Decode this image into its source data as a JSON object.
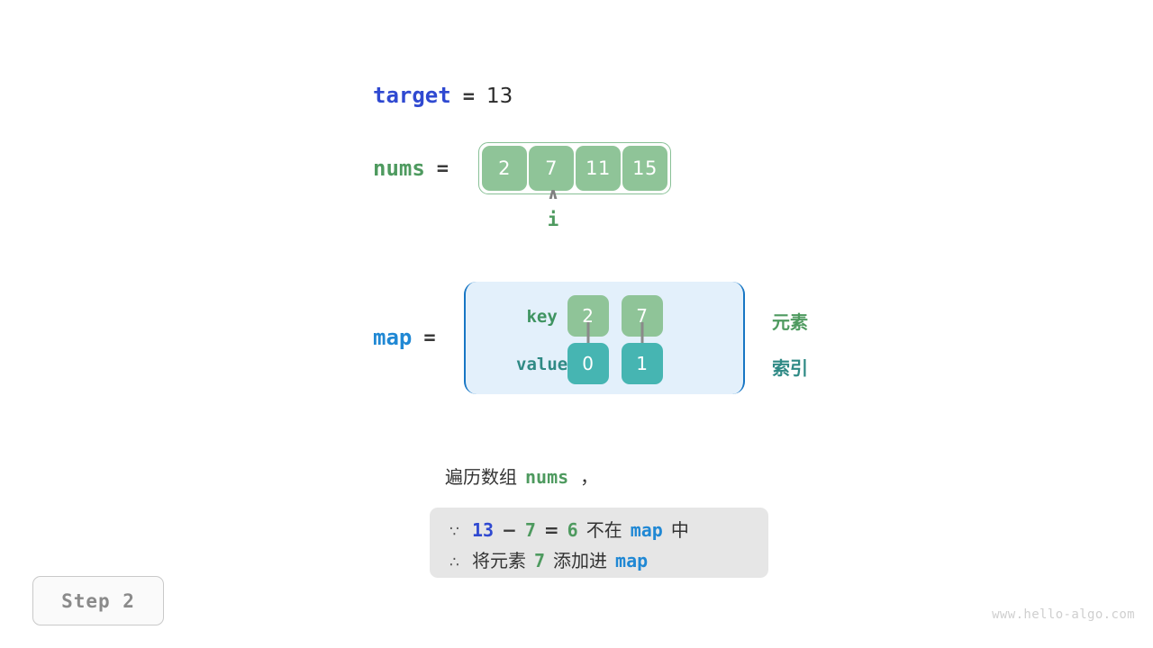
{
  "target": {
    "label": "target",
    "equals": "=",
    "value": "13"
  },
  "nums": {
    "label": "nums",
    "equals": "=",
    "cells": [
      "2",
      "7",
      "11",
      "15"
    ]
  },
  "pointer": {
    "caret": "∧",
    "label": "i",
    "index": 1
  },
  "map": {
    "label": "map",
    "equals": "=",
    "key_label": "key",
    "value_label": "value",
    "entries": [
      {
        "key": "2",
        "value": "0"
      },
      {
        "key": "7",
        "value": "1"
      }
    ],
    "side_labels": {
      "element": "元素",
      "index": "索引"
    }
  },
  "description": {
    "prefix": "遍历数组",
    "code": "nums",
    "suffix": "，"
  },
  "reasoning": {
    "line1": {
      "symbol": "∵",
      "a": "13",
      "minus": "−",
      "b": "7",
      "eq": "=",
      "result": "6",
      "text_mid": "不在",
      "code": "map",
      "text_end": "中"
    },
    "line2": {
      "symbol": "∴",
      "text_start": "将元素",
      "elem": "7",
      "text_mid": "添加进",
      "code": "map"
    }
  },
  "step_badge": "Step 2",
  "watermark": "www.hello-algo.com",
  "colors": {
    "green": "#4e9a5f",
    "cell_green": "#8fc498",
    "teal": "#46b5b2",
    "indigo": "#2f49d1",
    "blue": "#2088d4",
    "map_bg": "#e3f0fb",
    "map_border": "#1776c4",
    "box_gray": "#e6e6e6",
    "arrow_gray": "#8a8a8a"
  }
}
